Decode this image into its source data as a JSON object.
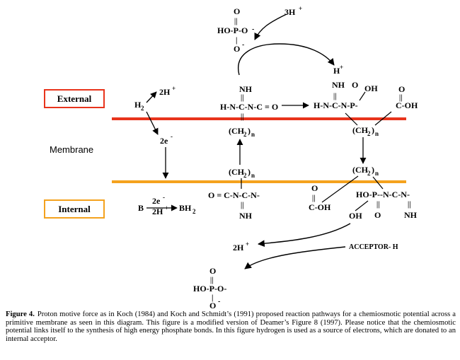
{
  "labels": {
    "external": "External",
    "internal": "Internal",
    "membrane": "Membrane"
  },
  "colors": {
    "membrane_outer": "#e8341c",
    "membrane_inner": "#f4a21e",
    "external_box": "#e8341c",
    "internal_box": "#f4a21e"
  },
  "chem": {
    "top_phosphate_o": "O",
    "top_phosphate_bond": "||",
    "top_phosphate_main": "HO-P-O",
    "top_phosphate_bar": "|",
    "top_phosphate_minus": "O",
    "three_h": "3H",
    "plus": "+",
    "minus": "-",
    "h_plus_top": "H",
    "h2": "H",
    "h2_sub": "2",
    "two_h_plus": "2H",
    "two_e": "2e",
    "nh": "NH",
    "double_bond": "=",
    "double_bond_vertical": "||",
    "guan_left": "H-N-C-N-C = O",
    "guan_right": "H-N-C-N-P-",
    "oh": "OH",
    "o": "O",
    "c_oh": "C-OH",
    "ch2": "(CH",
    "ch2_sub": "2",
    "ch2_close": ")",
    "n_sub": "n",
    "creatine_bottom": "O = C-N-C-N-",
    "ho_p_n": "HO-P--N-C-N-",
    "b": "B",
    "bh2": "BH",
    "acceptor": "ACCEPTOR- H",
    "bottom_phosphate_o": "O",
    "bottom_phosphate_main": "HO-P-O-",
    "bottom_phosphate_minus": "O"
  },
  "caption": {
    "label": "Figure 4.",
    "text": "Proton motive force as in Koch (1984) and Koch and Schmidt’s (1991) proposed reaction pathways for a chemiosmotic potential across a primitive membrane as seen in this diagram. This figure is a modified version of Deamer’s Figure 8 (1997). Please notice that the chemiosmotic potential links itself to the synthesis of high energy phosphate bonds. In this figure hydrogen is used as a source of  electrons, which are donated to an internal acceptor."
  }
}
